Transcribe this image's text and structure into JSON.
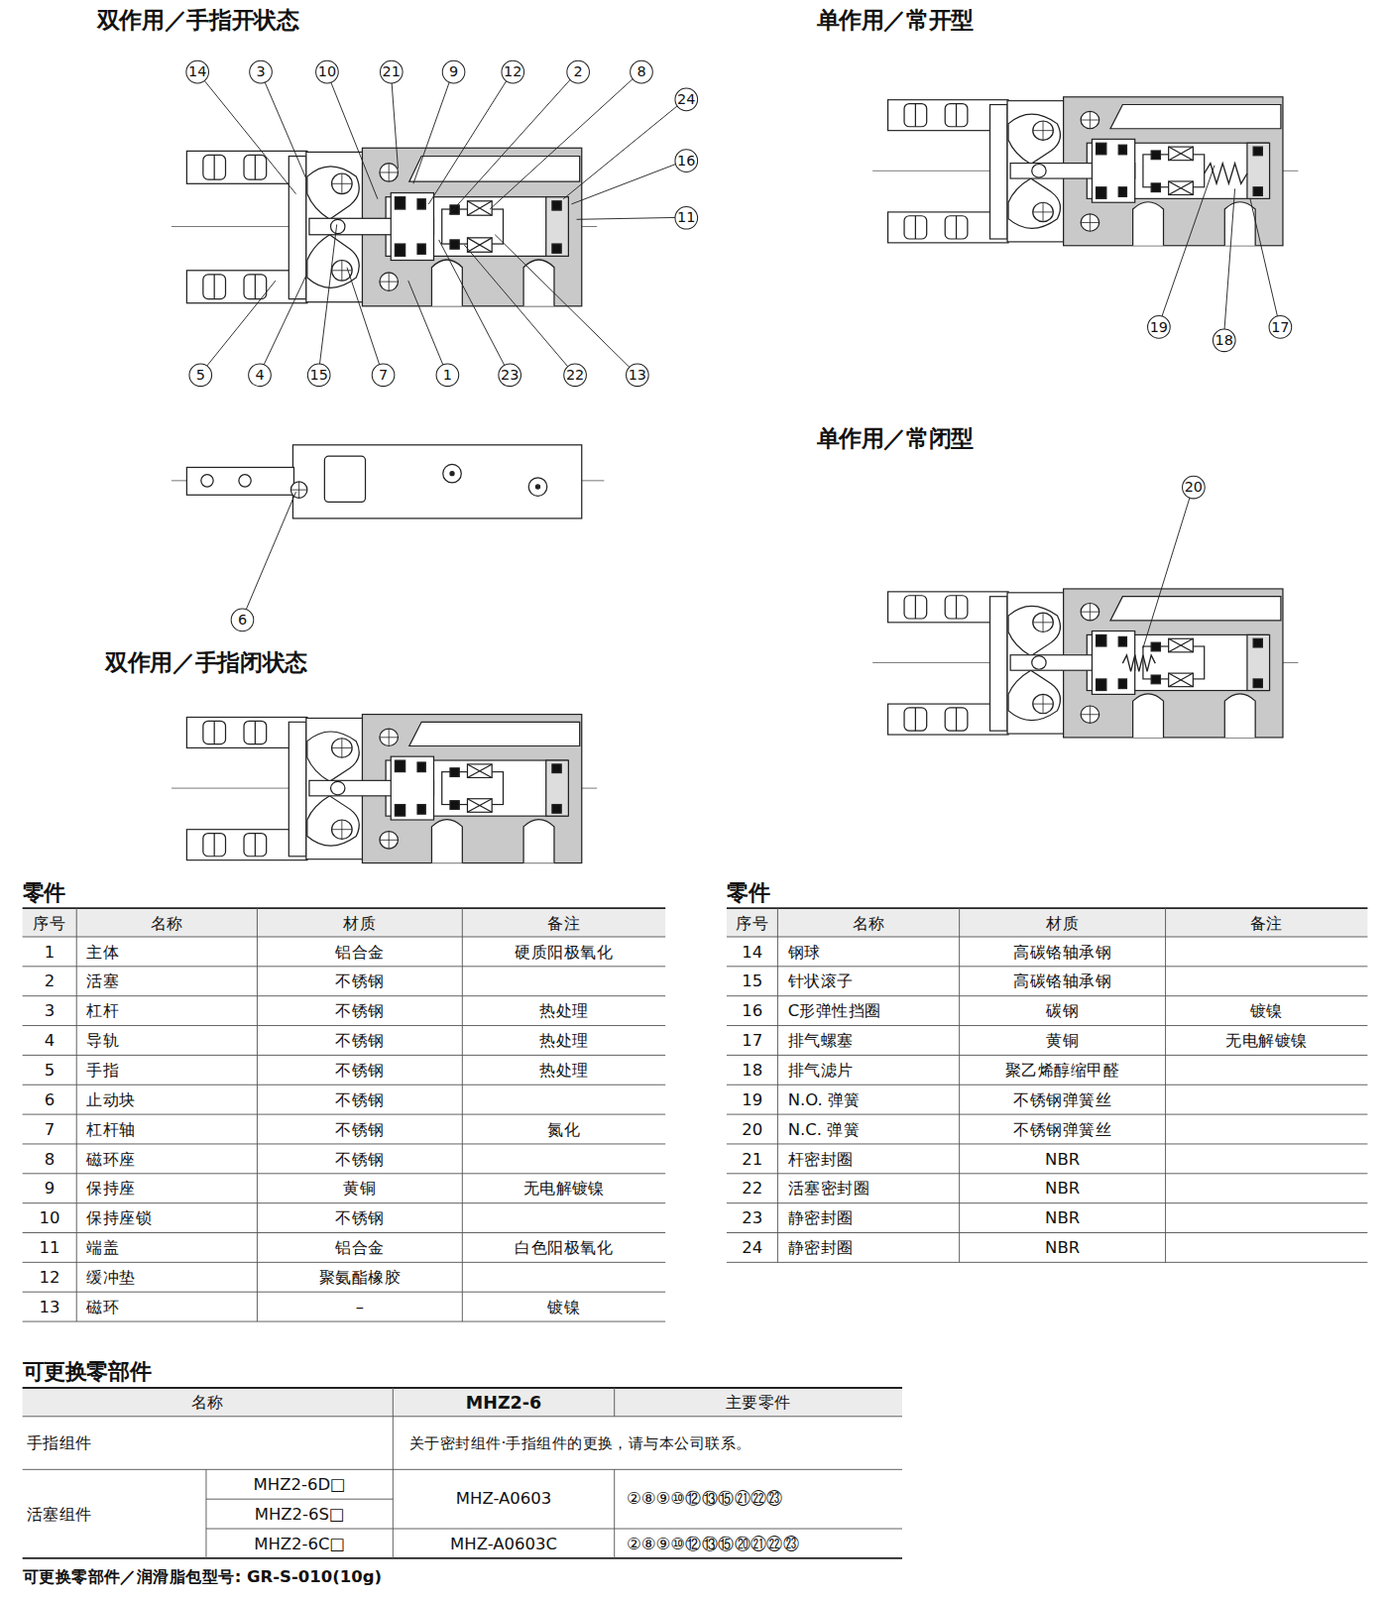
{
  "diagram": {
    "labels": [
      "双作用／手指开状态",
      "单作用／常开型",
      "单作用／常闭型",
      "双作用／手指闭状态",
      "14",
      "3",
      "10",
      "21",
      "9",
      "12",
      "2",
      "8",
      "24",
      "16",
      "11",
      "5",
      "4",
      "15",
      "7",
      "1",
      "23",
      "22",
      "13",
      "6",
      "19",
      "18",
      "17",
      "20",
      "零件",
      "序号",
      "名称",
      "材质",
      "备注",
      "1",
      "主体",
      "铝合金",
      "硬质阳极氧化",
      "2",
      "活塞",
      "不锈钢",
      "3",
      "杠杆",
      "不锈钢",
      "热处理",
      "4",
      "导轨",
      "不锈钢",
      "热处理",
      "5",
      "手指",
      "不锈钢",
      "热处理",
      "6",
      "止动块",
      "不锈钢",
      "7",
      "杠杆轴",
      "不锈钢",
      "氮化",
      "8",
      "磁环座",
      "不锈钢",
      "9",
      "保持座",
      "黄铜",
      "无电解镀镍",
      "10",
      "保持座锁",
      "不锈钢",
      "11",
      "端盖",
      "铝合金",
      "白色阳极氧化",
      "12",
      "缓冲垫",
      "聚氨酯橡胶",
      "13",
      "磁环",
      "–",
      "镀镍",
      "零件",
      "序号",
      "名称",
      "材质",
      "备注",
      "14",
      "钢球",
      "高碳铬轴承钢",
      "15",
      "针状滚子",
      "高碳铬轴承钢",
      "16",
      "C形弹性挡圈",
      "碳钢",
      "镀镍",
      "17",
      "排气螺塞",
      "黄铜",
      "无电解镀镍",
      "18",
      "排气滤片",
      "聚乙烯醇缩甲醛",
      "19",
      "N.O. 弹簧",
      "不锈钢弹簧丝",
      "20",
      "N.C. 弹簧",
      "不锈钢弹簧丝",
      "21",
      "杆密封圈",
      "NBR",
      "22",
      "活塞密封圈",
      "NBR",
      "23",
      "静密封圈",
      "NBR",
      "24",
      "静密封圈",
      "NBR",
      "可更换零部件",
      "名称",
      "MHZ2-6",
      "主要零件",
      "手指组件",
      "关于密封组件·手指组件的更换，请与本公司联系。",
      "活塞组件",
      "MHZ2-6D□",
      "MHZ2-6S□",
      "MHZ2-6C□",
      "MHZ-A0603",
      "②⑧⑨⑩⑫⑬⑮㉑㉒㉓",
      "MHZ-A0603C",
      "②⑧⑨⑩⑫⑬⑮⑳㉑㉒㉓",
      "可更换零部件／润滑脂包型号: GR-S-010(10g)"
    ]
  }
}
